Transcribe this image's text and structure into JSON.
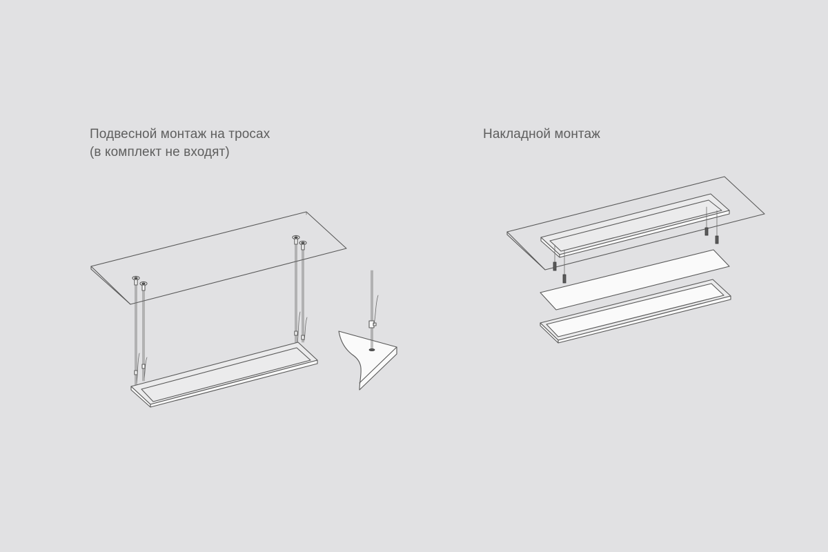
{
  "captions": {
    "suspended": {
      "line1": "Подвесной монтаж на тросах",
      "line2": "(в комплект не входят)"
    },
    "surface": {
      "line1": "Накладной монтаж"
    }
  },
  "colors": {
    "background": "#e1e1e3",
    "text": "#5e5e5e",
    "line": "#585858"
  }
}
